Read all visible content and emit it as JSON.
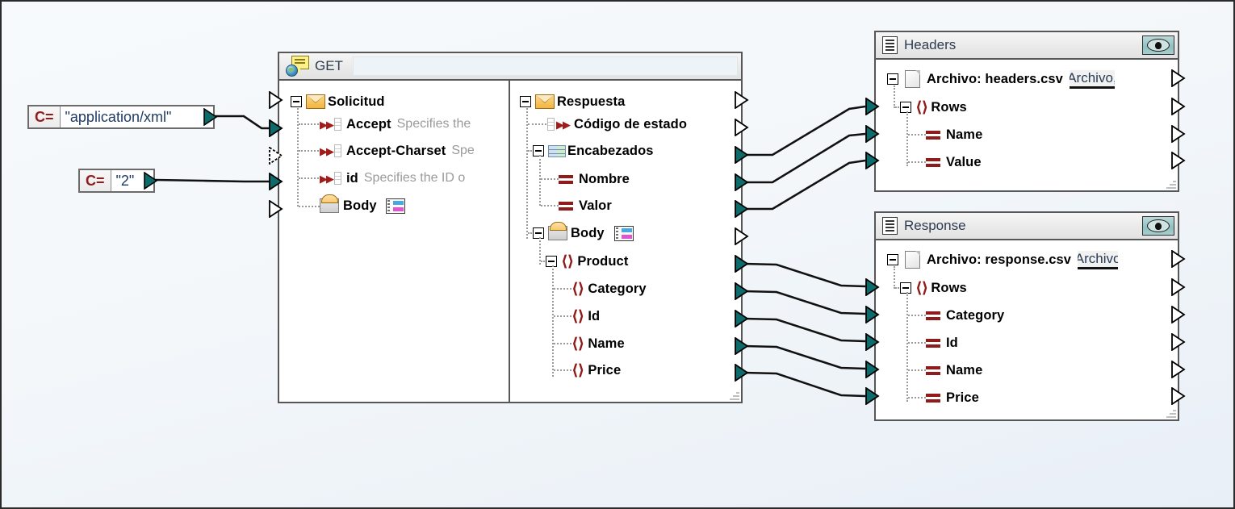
{
  "canvas": {
    "background": "#f3f7fa",
    "border_color": "#2b2b2b",
    "accent_port_color": "#0d6b6b",
    "label_color": "#000000",
    "desc_color": "#9a9a9a"
  },
  "constants": [
    {
      "name": "constant-application-xml",
      "prefix": "C=",
      "value": "\"application/xml\""
    },
    {
      "name": "constant-id-2",
      "prefix": "C=",
      "value": "\"2\""
    }
  ],
  "get_component": {
    "title": "GET",
    "title_icon": "web-service-call-icon",
    "request": {
      "root": "Solicitud",
      "root_icon": "envelope-icon",
      "children": [
        {
          "label": "Accept",
          "desc": "Specifies the",
          "icon": "http-header-icon",
          "port": "filled"
        },
        {
          "label": "Accept-Charset",
          "desc": "Spe",
          "icon": "http-header-icon",
          "port": "dashed"
        },
        {
          "label": "id",
          "desc": "Specifies the ID o",
          "icon": "http-header-icon",
          "port": "filled"
        },
        {
          "label": "Body",
          "desc": "",
          "icon": "envelope-open-icon",
          "port": "hollow",
          "extra_icon": "structure-icon"
        }
      ]
    },
    "response": {
      "root": "Respuesta",
      "root_icon": "envelope-icon",
      "children": [
        {
          "label": "Código de estado",
          "icon": "http-header-icon",
          "port": "hollow",
          "indent": 1
        },
        {
          "label": "Encabezados",
          "icon": "table-icon",
          "port": "filled",
          "indent": 1,
          "expander": true
        },
        {
          "label": "Nombre",
          "icon": "equals-icon",
          "port": "filled",
          "indent": 2
        },
        {
          "label": "Valor",
          "icon": "equals-icon",
          "port": "filled",
          "indent": 2
        },
        {
          "label": "Body",
          "icon": "envelope-open-icon",
          "port": "hollow",
          "indent": 1,
          "expander": true,
          "extra_icon": "structure-icon"
        },
        {
          "label": "Product",
          "icon": "angle-brackets-icon",
          "port": "filled",
          "indent": 2,
          "expander": true
        },
        {
          "label": "Category",
          "icon": "angle-brackets-icon",
          "port": "filled",
          "indent": 3
        },
        {
          "label": "Id",
          "icon": "angle-brackets-icon",
          "port": "filled",
          "indent": 3
        },
        {
          "label": "Name",
          "icon": "angle-brackets-icon",
          "port": "filled",
          "indent": 3
        },
        {
          "label": "Price",
          "icon": "angle-brackets-icon",
          "port": "filled",
          "indent": 3
        }
      ]
    }
  },
  "headers_component": {
    "title": "Headers",
    "title_icon": "document-lines-icon",
    "preview_button": "eye-icon",
    "file_row": {
      "label": "Archivo: headers.csv",
      "tab": "Archivo,",
      "icon": "file-icon"
    },
    "rows": [
      {
        "label": "Rows",
        "icon": "angle-brackets-icon",
        "in_port": "filled",
        "out_port": "hollow",
        "expander": true,
        "indent": 1
      },
      {
        "label": "Name",
        "icon": "equals-icon",
        "in_port": "filled",
        "out_port": "hollow",
        "indent": 2
      },
      {
        "label": "Value",
        "icon": "equals-icon",
        "in_port": "filled",
        "out_port": "hollow",
        "indent": 2
      }
    ]
  },
  "response_component": {
    "title": "Response",
    "title_icon": "document-lines-icon",
    "preview_button": "eye-icon",
    "file_row": {
      "label": "Archivo: response.csv",
      "tab": "Archivo",
      "icon": "file-icon"
    },
    "rows": [
      {
        "label": "Rows",
        "icon": "angle-brackets-icon",
        "in_port": "filled",
        "out_port": "hollow",
        "expander": true,
        "indent": 1
      },
      {
        "label": "Category",
        "icon": "equals-icon",
        "in_port": "filled",
        "out_port": "hollow",
        "indent": 2
      },
      {
        "label": "Id",
        "icon": "equals-icon",
        "in_port": "filled",
        "out_port": "hollow",
        "indent": 2
      },
      {
        "label": "Name",
        "icon": "equals-icon",
        "in_port": "filled",
        "out_port": "hollow",
        "indent": 2
      },
      {
        "label": "Price",
        "icon": "equals-icon",
        "in_port": "filled",
        "out_port": "hollow",
        "indent": 2
      }
    ]
  },
  "connections": [
    {
      "from": "constant-application-xml",
      "to": "Accept"
    },
    {
      "from": "constant-id-2",
      "to": "id"
    },
    {
      "from": "Encabezados",
      "to": "headers.Rows"
    },
    {
      "from": "Nombre",
      "to": "headers.Name"
    },
    {
      "from": "Valor",
      "to": "headers.Value"
    },
    {
      "from": "Product",
      "to": "response.Rows"
    },
    {
      "from": "Category",
      "to": "response.Category"
    },
    {
      "from": "Id",
      "to": "response.Id"
    },
    {
      "from": "Name",
      "to": "response.Name"
    },
    {
      "from": "Price",
      "to": "response.Price"
    }
  ]
}
